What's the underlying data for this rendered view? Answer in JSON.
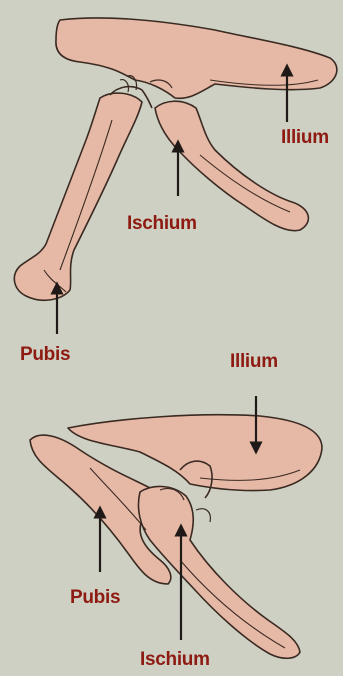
{
  "labels": {
    "top_illium": "Illium",
    "top_ischium": "Ischium",
    "top_pubis": "Pubis",
    "bottom_illium": "Illium",
    "bottom_pubis": "Pubis",
    "bottom_ischium": "Ischium"
  },
  "colors": {
    "background": "#cfd0c4",
    "bone_fill": "#e6b9a6",
    "bone_outline": "#3a2a22",
    "label_text": "#8e1b12",
    "arrow": "#1f1a17"
  }
}
